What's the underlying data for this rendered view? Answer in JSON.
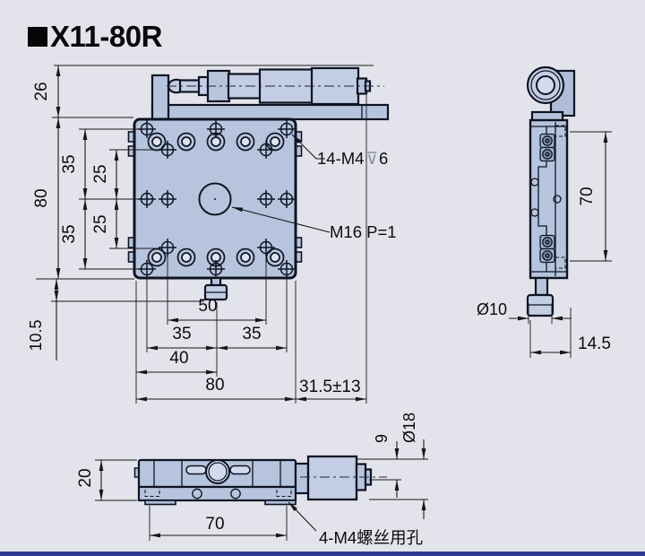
{
  "title": {
    "marker": "■",
    "text": "X11-80R"
  },
  "front": {
    "dim_micrometer_height": "26",
    "dim_plate_height": "80",
    "dim_row_upper": "35",
    "dim_row_lower": "35",
    "dim_inner_upper": "25",
    "dim_inner_lower": "25",
    "dim_knob_drop": "10.5",
    "dim_span_50": "50",
    "dim_left_35": "35",
    "dim_right_35": "35",
    "dim_40": "40",
    "dim_plate_width": "80",
    "dim_travel": "31.5±13",
    "label_holes": {
      "prefix": "14-M4",
      "depth_symbol": "⊽",
      "depth": "6"
    },
    "label_center_hole": "M16 P=1"
  },
  "side": {
    "dim_screw_span": "70",
    "dim_lock_knob": "Ø10",
    "dim_body_depth": "14.5"
  },
  "bottom": {
    "dim_body_height": "20",
    "dim_foot_span": "70",
    "dim_tip_offset": "9",
    "dim_thimble_dia": "Ø18",
    "label_screw_holes": "4-M4螺丝用孔"
  },
  "colors": {
    "background": "#e3e3eb",
    "part_fill": "#b7c4dd",
    "outline": "#0e1422",
    "accent_bar": "#2c3a96"
  }
}
